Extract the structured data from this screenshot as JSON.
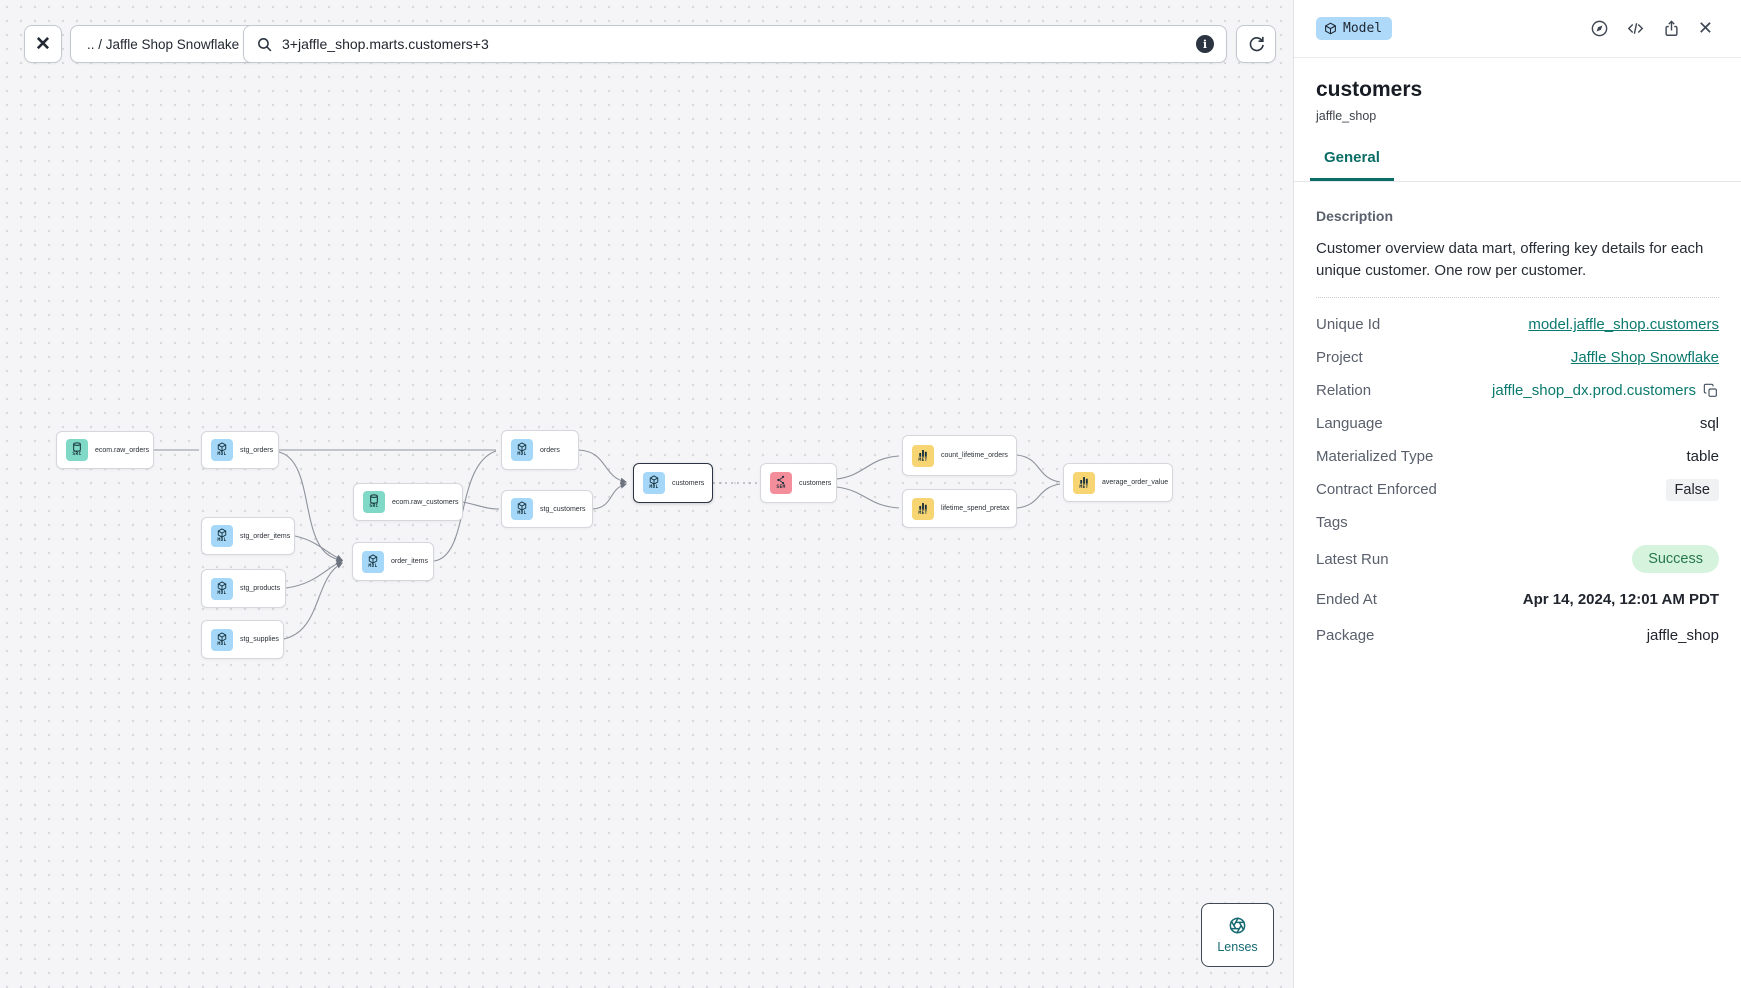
{
  "toolbar": {
    "breadcrumb": ".. / Jaffle Shop Snowflake",
    "search_value": "3+jaffle_shop.marts.customers+3"
  },
  "canvas": {
    "lenses_label": "Lenses",
    "nodes": [
      {
        "label": "ecom.raw_orders",
        "type": "SRC"
      },
      {
        "label": "stg_orders",
        "type": "MDL"
      },
      {
        "label": "stg_order_items",
        "type": "MDL"
      },
      {
        "label": "stg_products",
        "type": "MDL"
      },
      {
        "label": "stg_supplies",
        "type": "MDL"
      },
      {
        "label": "ecom.raw_customers",
        "type": "SRC"
      },
      {
        "label": "order_items",
        "type": "MDL"
      },
      {
        "label": "orders",
        "type": "MDL"
      },
      {
        "label": "stg_customers",
        "type": "MDL"
      },
      {
        "label": "customers",
        "type": "MDL"
      },
      {
        "label": "customers",
        "type": "SEM"
      },
      {
        "label": "count_lifetime_orders",
        "type": "MET"
      },
      {
        "label": "lifetime_spend_pretax",
        "type": "MET"
      },
      {
        "label": "average_order_value",
        "type": "MET"
      }
    ]
  },
  "panel": {
    "badge": "Model",
    "title": "customers",
    "subtitle": "jaffle_shop",
    "tab": "General",
    "description_label": "Description",
    "description": "Customer overview data mart, offering key details for each unique customer. One row per customer.",
    "fields": [
      {
        "label": "Unique Id",
        "value": "model.jaffle_shop.customers"
      },
      {
        "label": "Project",
        "value": "Jaffle Shop Snowflake"
      },
      {
        "label": "Relation",
        "value": "jaffle_shop_dx.prod.customers"
      },
      {
        "label": "Language",
        "value": "sql"
      },
      {
        "label": "Materialized Type",
        "value": "table"
      },
      {
        "label": "Contract Enforced",
        "value": "False"
      },
      {
        "label": "Tags",
        "value": ""
      },
      {
        "label": "Latest Run",
        "value": "Success"
      },
      {
        "label": "Ended At",
        "value": "Apr 14, 2024, 12:01 AM PDT"
      },
      {
        "label": "Package",
        "value": "jaffle_shop"
      }
    ]
  }
}
